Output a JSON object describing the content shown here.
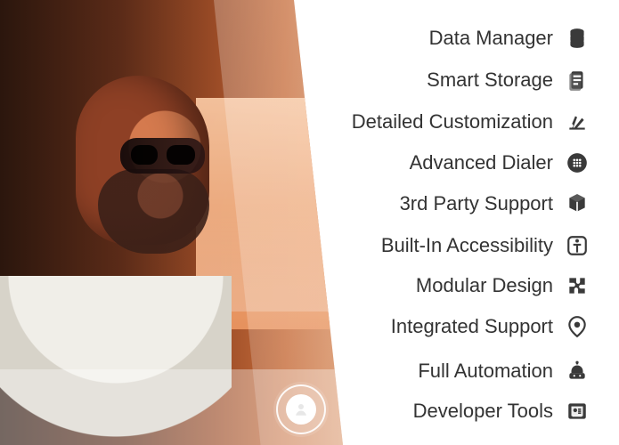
{
  "features": [
    {
      "label": "Data Manager",
      "icon": "database-icon"
    },
    {
      "label": "Smart Storage",
      "icon": "document-stack-icon"
    },
    {
      "label": "Detailed Customization",
      "icon": "spectrum-icon"
    },
    {
      "label": "Advanced Dialer",
      "icon": "dialpad-icon"
    },
    {
      "label": "3rd Party Support",
      "icon": "cube-icon"
    },
    {
      "label": "Built-In Accessibility",
      "icon": "accessibility-icon"
    },
    {
      "label": "Modular Design",
      "icon": "puzzle-icon"
    },
    {
      "label": "Integrated Support",
      "icon": "support-pin-icon"
    },
    {
      "label": "Full Automation",
      "icon": "bot-icon"
    },
    {
      "label": "Developer Tools",
      "icon": "developer-board-icon"
    }
  ],
  "colors": {
    "text": "#333333",
    "icon": "#3a3a3a",
    "background": "#ffffff"
  },
  "action_button": {
    "icon": "user-icon"
  }
}
